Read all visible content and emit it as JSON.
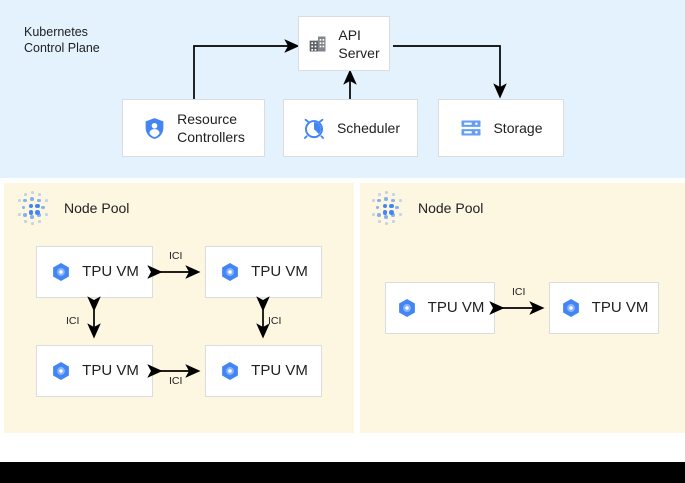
{
  "diagram": {
    "control_plane": {
      "title": "Kubernetes\nControl Plane",
      "background_color": "#e3f2fd",
      "boxes": [
        {
          "id": "api-server",
          "label": "API\nServer",
          "icon": "building-icon"
        },
        {
          "id": "resource-controllers",
          "label": "Resource\nControllers",
          "icon": "shield-user-icon"
        },
        {
          "id": "scheduler",
          "label": "Scheduler",
          "icon": "alarm-clock-icon"
        },
        {
          "id": "storage",
          "label": "Storage",
          "icon": "server-rack-icon"
        }
      ],
      "connections": [
        {
          "id": "controllers-to-api",
          "from": "resource-controllers",
          "to": "api-server",
          "direction": "one-way"
        },
        {
          "id": "scheduler-to-api",
          "from": "scheduler",
          "to": "api-server",
          "direction": "one-way"
        },
        {
          "id": "api-to-storage",
          "from": "api-server",
          "to": "storage",
          "direction": "one-way"
        }
      ]
    },
    "node_pools": [
      {
        "id": "node-pool-left",
        "label": "Node Pool",
        "icon": "dot-grid-icon",
        "background_color": "#fdf6e0",
        "vms": [
          {
            "id": "vm-top-left",
            "label": "TPU VM",
            "icon": "tpu-hexagon-icon"
          },
          {
            "id": "vm-top-right",
            "label": "TPU VM",
            "icon": "tpu-hexagon-icon"
          },
          {
            "id": "vm-bottom-left",
            "label": "TPU VM",
            "icon": "tpu-hexagon-icon"
          },
          {
            "id": "vm-bottom-right",
            "label": "TPU VM",
            "icon": "tpu-hexagon-icon"
          }
        ],
        "links": [
          {
            "id": "link-top",
            "label": "ICI",
            "from": "vm-top-left",
            "to": "vm-top-right",
            "direction": "two-way",
            "orientation": "horizontal"
          },
          {
            "id": "link-left",
            "label": "ICI",
            "from": "vm-top-left",
            "to": "vm-bottom-left",
            "direction": "two-way",
            "orientation": "vertical"
          },
          {
            "id": "link-right",
            "label": "ICI",
            "from": "vm-top-right",
            "to": "vm-bottom-right",
            "direction": "two-way",
            "orientation": "vertical"
          },
          {
            "id": "link-bottom",
            "label": "ICI",
            "from": "vm-bottom-left",
            "to": "vm-bottom-right",
            "direction": "two-way",
            "orientation": "horizontal"
          }
        ]
      },
      {
        "id": "node-pool-right",
        "label": "Node Pool",
        "icon": "dot-grid-icon",
        "background_color": "#fdf6e0",
        "vms": [
          {
            "id": "vm-right-a",
            "label": "TPU VM",
            "icon": "tpu-hexagon-icon"
          },
          {
            "id": "vm-right-b",
            "label": "TPU VM",
            "icon": "tpu-hexagon-icon"
          }
        ],
        "links": [
          {
            "id": "link-right-pair",
            "label": "ICI",
            "from": "vm-right-a",
            "to": "vm-right-b",
            "direction": "two-way",
            "orientation": "horizontal"
          }
        ]
      }
    ],
    "colors": {
      "accent_blue": "#4285f4",
      "panel_blue": "#e3f2fd",
      "panel_cream": "#fdf6e0",
      "box_border": "#dadce0",
      "text": "#202124",
      "connector": "#000000",
      "icon_gray": "#5f6368"
    }
  }
}
